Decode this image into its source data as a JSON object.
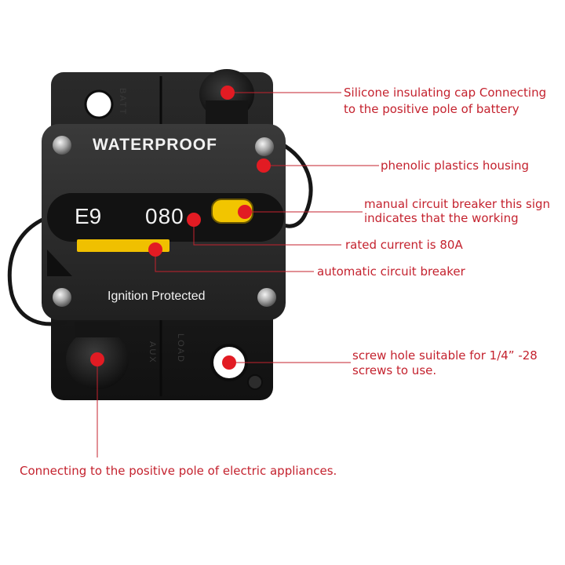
{
  "device": {
    "waterproof_text": "WATERPROOF",
    "model_text": "E9",
    "rating_text": "080",
    "ignition_text": "Ignition Protected",
    "terminal_top_text": "BATT",
    "terminal_bottom_left_text": "AUX",
    "terminal_bottom_right_text": "LOAD"
  },
  "callouts": {
    "silicone_cap": [
      "Silicone insulating cap Connecting",
      "to the positive pole of battery"
    ],
    "housing": "phenolic plastics housing",
    "manual_breaker": [
      "manual circuit breaker this  sign",
      "indicates that the working"
    ],
    "rated_current": "rated current is 80A",
    "auto_breaker": "automatic circuit breaker",
    "screw_hole": [
      "screw hole suitable for 1/4”  -28",
      "screws to use."
    ],
    "appliances": "Connecting to the positive pole of electric appliances."
  },
  "colors": {
    "callout_red": "#c4222e",
    "marker_red": "#e21b23",
    "body_black": "#1b1b1b",
    "button_yellow": "#f2c500"
  }
}
